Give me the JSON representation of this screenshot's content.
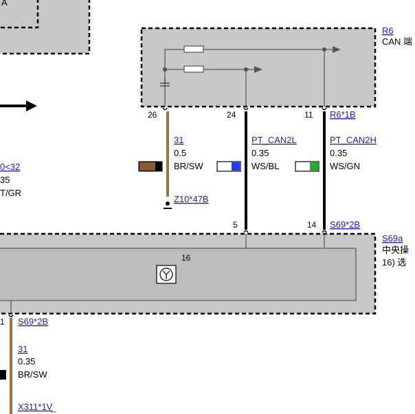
{
  "colors": {
    "module_fill": "#c8c8c8",
    "inner_fill": "#bdbdbd",
    "link": "#1c1cc8",
    "wire_brown": "#a8703e",
    "wire_black": "#000000",
    "swatch_brown": "#8b5a2b",
    "swatch_blue": "#1a3cff",
    "swatch_green": "#22b02a"
  },
  "top_left_box": {
    "label": "A"
  },
  "module_r6": {
    "ref": "R6",
    "desc": "CAN 端",
    "pins": {
      "ground": "26",
      "can_low": "24",
      "can_high": "11"
    },
    "connector": "R6*1B"
  },
  "module_s69a": {
    "ref": "S69a",
    "desc_line1": "中央操",
    "desc_line2": "16) 选",
    "inner_number": "16",
    "pins": {
      "can_low": "5",
      "can_high": "14",
      "bottom": "1"
    },
    "connector_top": "S69*2B",
    "connector_bottom": "S69*2B"
  },
  "wires": {
    "ground_top": {
      "number": "31",
      "gauge": "0.5",
      "color_code": "BR/SW",
      "ground_ref": "Z10*47B"
    },
    "can_low": {
      "name": "PT_CAN2L",
      "gauge": "0.35",
      "color_code": "WS/BL"
    },
    "can_high": {
      "name": "PT_CAN2H",
      "gauge": "0.35",
      "color_code": "WS/GN"
    },
    "left_partial": {
      "ref": "0<32",
      "gauge": "35",
      "color_code": "T/GR"
    },
    "ground_bottom": {
      "number": "31",
      "gauge": "0.35",
      "color_code": "BR/SW",
      "connector": "X311*1V"
    }
  }
}
